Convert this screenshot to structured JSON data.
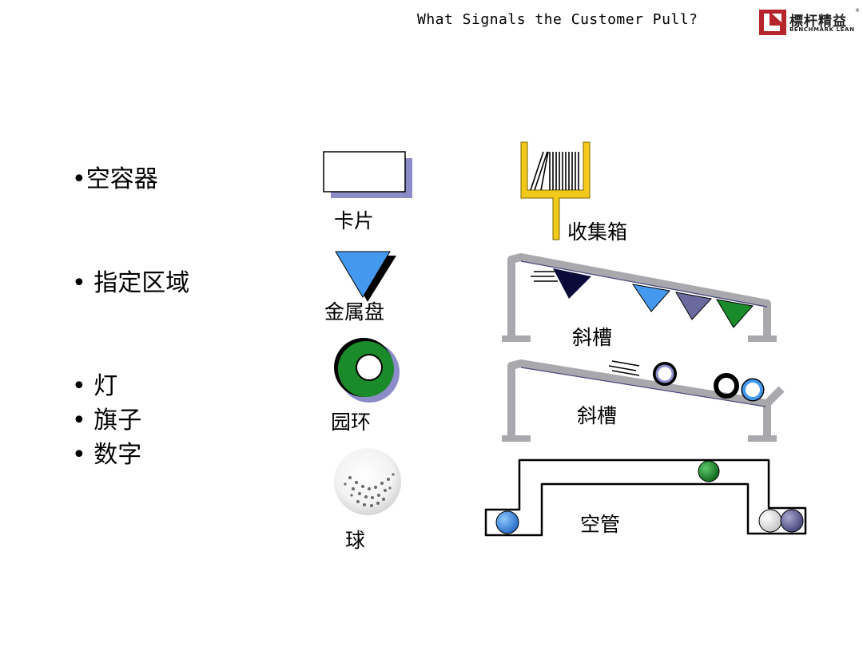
{
  "title": "What Signals the Customer Pull?",
  "logo": {
    "name_cn": "標杆精益",
    "name_en": "BENCHMARK LEAN",
    "reg_mark": "®",
    "color": "#b5252b"
  },
  "bullets": [
    "•空容器",
    "• 指定区域",
    "• 灯",
    "• 旗子",
    "• 数字"
  ],
  "signal_labels": {
    "card": "卡片",
    "collection_box": "收集箱",
    "metal_tray": "金属盘",
    "chute_1": "斜槽",
    "ring": "园环",
    "chute_2": "斜槽",
    "ball": "球",
    "empty_tube": "空管"
  },
  "colors": {
    "chute_gray": "#a9a9ad",
    "yellow": "#f2c81a",
    "blue": "#4499ee",
    "navy": "#0b0b3a",
    "slate": "#6a6a9e",
    "green": "#1a8a2a",
    "shadow": "#8c8cc8"
  }
}
